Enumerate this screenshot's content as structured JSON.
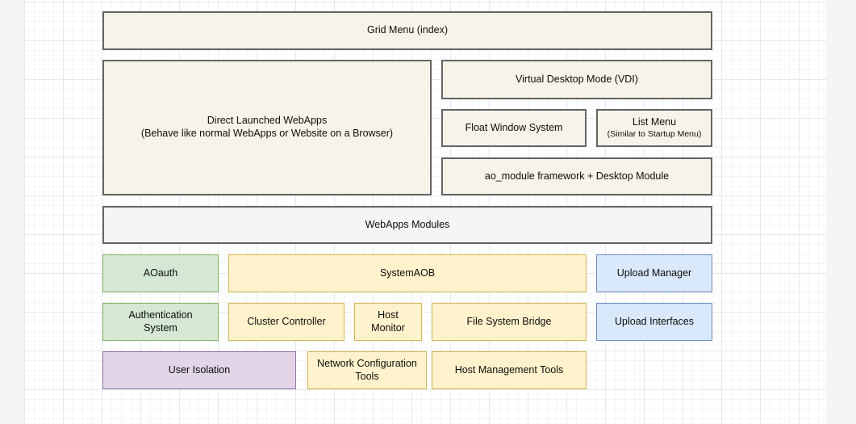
{
  "canvas": {
    "background_color": "#ffffff",
    "page_margin_color": "#f4f5f7",
    "grid_minor_color": "#f3f5f6",
    "grid_major_color": "#e6e9eb"
  },
  "palette": {
    "beige_fill": "#f8f3e8",
    "beige_border": "#646464",
    "gray_fill": "#f5f5f5",
    "gray_border": "#666666",
    "green_fill": "#d5e8d4",
    "green_border": "#82b366",
    "yellow_fill": "#fff2cc",
    "yellow_border": "#d6b656",
    "blue_fill": "#dae8fc",
    "blue_border": "#6c8ebf",
    "purple_fill": "#e1d5e7",
    "purple_border": "#9673a6"
  },
  "diagram": {
    "nodes": [
      {
        "id": "grid-menu",
        "label": "Grid Menu (index)",
        "color": "beige"
      },
      {
        "id": "direct-launched-webapps",
        "label": "Direct Launched WebApps",
        "sublabel": "(Behave like normal WebApps or Website on a Browser)",
        "color": "beige"
      },
      {
        "id": "virtual-desktop-mode",
        "label": "Virtual Desktop Mode (VDI)",
        "color": "beige"
      },
      {
        "id": "float-window-system",
        "label": "Float Window System",
        "color": "beige"
      },
      {
        "id": "list-menu",
        "label": "List Menu",
        "sublabel": "(Similar to Startup Menu)",
        "color": "beige"
      },
      {
        "id": "ao-module-framework",
        "label": "ao_module framework + Desktop Module",
        "color": "beige"
      },
      {
        "id": "webapps-modules",
        "label": "WebApps Modules",
        "color": "gray"
      },
      {
        "id": "aoauth",
        "label": "AOauth",
        "color": "green"
      },
      {
        "id": "systemaob",
        "label": "SystemAOB",
        "color": "yellow"
      },
      {
        "id": "upload-manager",
        "label": "Upload Manager",
        "color": "blue"
      },
      {
        "id": "authentication-system",
        "label": "Authentication System",
        "color": "green"
      },
      {
        "id": "cluster-controller",
        "label": "Cluster Controller",
        "color": "yellow"
      },
      {
        "id": "host-monitor",
        "label": "Host Monitor",
        "color": "yellow"
      },
      {
        "id": "file-system-bridge",
        "label": "File System Bridge",
        "color": "yellow"
      },
      {
        "id": "upload-interfaces",
        "label": "Upload Interfaces",
        "color": "blue"
      },
      {
        "id": "user-isolation",
        "label": "User Isolation",
        "color": "purple"
      },
      {
        "id": "network-configuration-tools",
        "label": "Network Configuration Tools",
        "color": "yellow"
      },
      {
        "id": "host-management-tools",
        "label": "Host Management Tools",
        "color": "yellow"
      }
    ]
  }
}
